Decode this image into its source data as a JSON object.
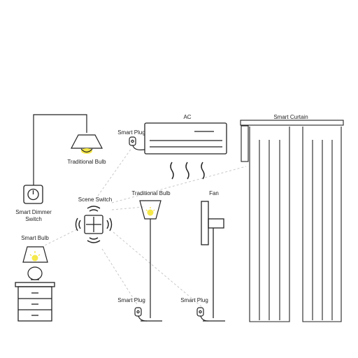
{
  "labels": {
    "ac": "AC",
    "smart_curtain": "Smart Curtain",
    "smart_plug_ac": "Smart Plug",
    "traditional_bulb_top": "Traditional Bulb",
    "smart_dimmer_line1": "Smart Dimmer",
    "smart_dimmer_line2": "Switch",
    "scene_switch": "Scene Switch",
    "traditional_bulb_floor": "Traditional Bulb",
    "fan": "Fan",
    "smart_bulb": "Smart Bulb",
    "smart_plug_lamp": "Smart Plug",
    "smart_plug_fan": "Smart Plug"
  },
  "colors": {
    "line": "#222222",
    "dashed": "#c8c8c8",
    "bulb_glow": "#f2dc2e",
    "bulb_fill": "#f5e84a"
  },
  "icons": [
    "air-conditioner-icon",
    "smart-curtain-icon",
    "smart-plug-icon",
    "pendant-lamp-icon",
    "dimmer-switch-icon",
    "scene-switch-icon",
    "floor-lamp-icon",
    "fan-icon",
    "table-lamp-icon",
    "nightstand-icon",
    "wireless-signal-icon",
    "airflow-icon"
  ]
}
